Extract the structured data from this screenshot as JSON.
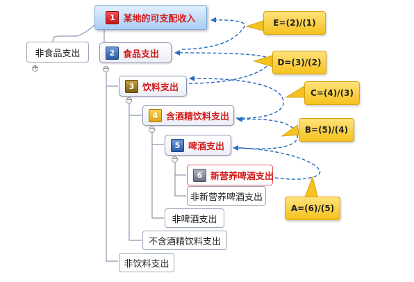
{
  "root": {
    "number": "1",
    "label": "某地的可支配收入"
  },
  "nodes": {
    "non_food": {
      "label": "非食品支出"
    },
    "food": {
      "number": "2",
      "label": "食品支出"
    },
    "beverage": {
      "number": "3",
      "label": "饮料支出"
    },
    "alcoholic": {
      "number": "4",
      "label": "含酒精饮料支出"
    },
    "beer": {
      "number": "5",
      "label": "啤酒支出"
    },
    "new_nutri_beer": {
      "number": "6",
      "label": "新营养啤酒支出"
    },
    "non_new_nutri_beer": {
      "label": "非新营养啤酒支出"
    },
    "non_beer": {
      "label": "非啤酒支出"
    },
    "non_alcoholic": {
      "label": "不含酒精饮料支出"
    },
    "non_beverage": {
      "label": "非饮料支出"
    }
  },
  "toggles": {
    "expand": "+",
    "collapse": "−"
  },
  "callouts": {
    "e": {
      "text": "E=(2)/(1)"
    },
    "d": {
      "text": "D=(3)/(2)"
    },
    "c": {
      "text": "C=(4)/(3)"
    },
    "b": {
      "text": "B=(5)/(4)"
    },
    "a": {
      "text": "A=(6)/(5)"
    }
  },
  "colors": {
    "connector": "#8f97ad",
    "dashed_arrow": "#2a6fbe",
    "callout_fill": "#f5c21f",
    "highlight_text": "#d41d1d"
  }
}
